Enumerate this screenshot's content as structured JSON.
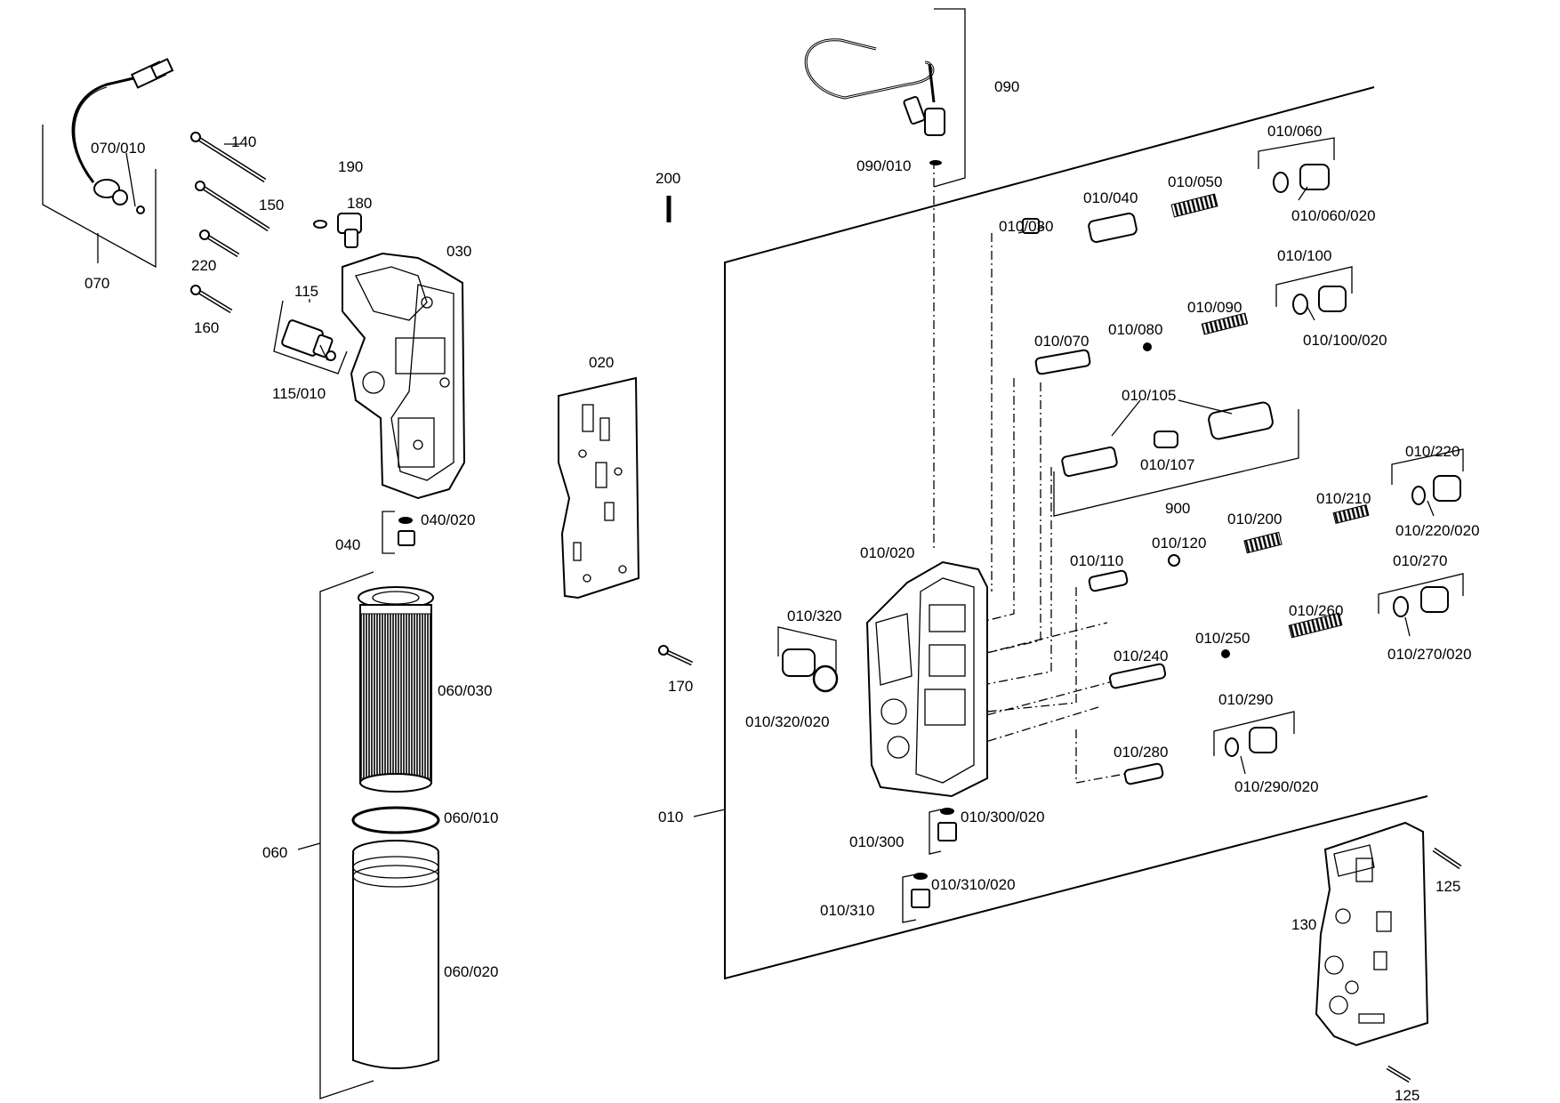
{
  "labels": {
    "l070_010": "070/010",
    "l070": "070",
    "l140": "140",
    "l150": "150",
    "l220": "220",
    "l160": "160",
    "l190": "190",
    "l180": "180",
    "l030": "030",
    "l115": "115",
    "l115_010": "115/010",
    "l040_020": "040/020",
    "l040": "040",
    "l020": "020",
    "l200": "200",
    "l170": "170",
    "l090": "090",
    "l090_010": "090/010",
    "l060_030": "060/030",
    "l060_010": "060/010",
    "l060": "060",
    "l060_020": "060/020",
    "l010_030": "010/030",
    "l010_040": "010/040",
    "l010_050": "010/050",
    "l010_060": "010/060",
    "l010_060_020": "010/060/020",
    "l010_100": "010/100",
    "l010_090": "010/090",
    "l010_100_020": "010/100/020",
    "l010_070": "010/070",
    "l010_080": "010/080",
    "l010_105": "010/105",
    "l010_107": "010/107",
    "l900": "900",
    "l010_220": "010/220",
    "l010_210": "010/210",
    "l010_220_020": "010/220/020",
    "l010_200": "010/200",
    "l010_020": "010/020",
    "l010_110": "010/110",
    "l010_120": "010/120",
    "l010_270": "010/270",
    "l010_260": "010/260",
    "l010_270_020": "010/270/020",
    "l010_320": "010/320",
    "l010_320_020": "010/320/020",
    "l010_250": "010/250",
    "l010_240": "010/240",
    "l010_290": "010/290",
    "l010_280": "010/280",
    "l010_290_020": "010/290/020",
    "l010": "010",
    "l010_300": "010/300",
    "l010_300_020": "010/300/020",
    "l010_310": "010/310",
    "l010_310_020": "010/310/020",
    "l125a": "125",
    "l130": "130",
    "l125b": "125"
  }
}
